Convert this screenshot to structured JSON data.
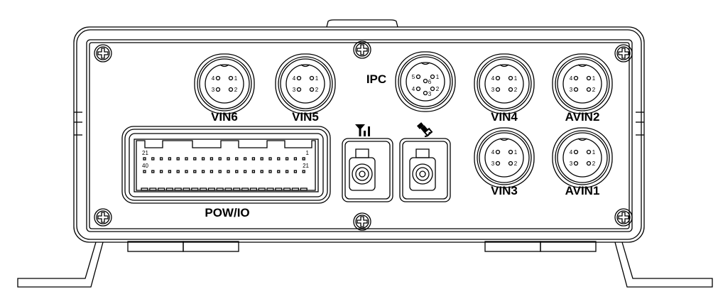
{
  "diagram": {
    "line_color": "#000000",
    "background": "#ffffff",
    "round_connectors": [
      {
        "id": "vin6",
        "label": "VIN6",
        "pins": [
          "4",
          "1",
          "3",
          "2"
        ]
      },
      {
        "id": "vin5",
        "label": "VIN5",
        "pins": [
          "4",
          "1",
          "3",
          "2"
        ]
      },
      {
        "id": "ipc",
        "label": "IPC",
        "pins": [
          "5",
          "1",
          "6",
          "4",
          "2",
          "3"
        ]
      },
      {
        "id": "vin4",
        "label": "VIN4",
        "pins": [
          "4",
          "1",
          "3",
          "2"
        ]
      },
      {
        "id": "avin2",
        "label": "AVIN2",
        "pins": [
          "4",
          "1",
          "3",
          "2"
        ]
      },
      {
        "id": "vin3",
        "label": "VIN3",
        "pins": [
          "4",
          "1",
          "3",
          "2"
        ]
      },
      {
        "id": "avin1",
        "label": "AVIN1",
        "pins": [
          "4",
          "1",
          "3",
          "2"
        ]
      }
    ],
    "pow_io": {
      "label": "POW/IO",
      "pins_per_row": 20,
      "pin_labels": {
        "top_left": "21",
        "top_right": "1",
        "bottom_left": "40",
        "bottom_right": "21"
      }
    },
    "antenna_ports": [
      {
        "id": "cellular",
        "icon": "cellular-antenna-icon"
      },
      {
        "id": "gps",
        "icon": "gps-satellite-icon"
      }
    ]
  }
}
